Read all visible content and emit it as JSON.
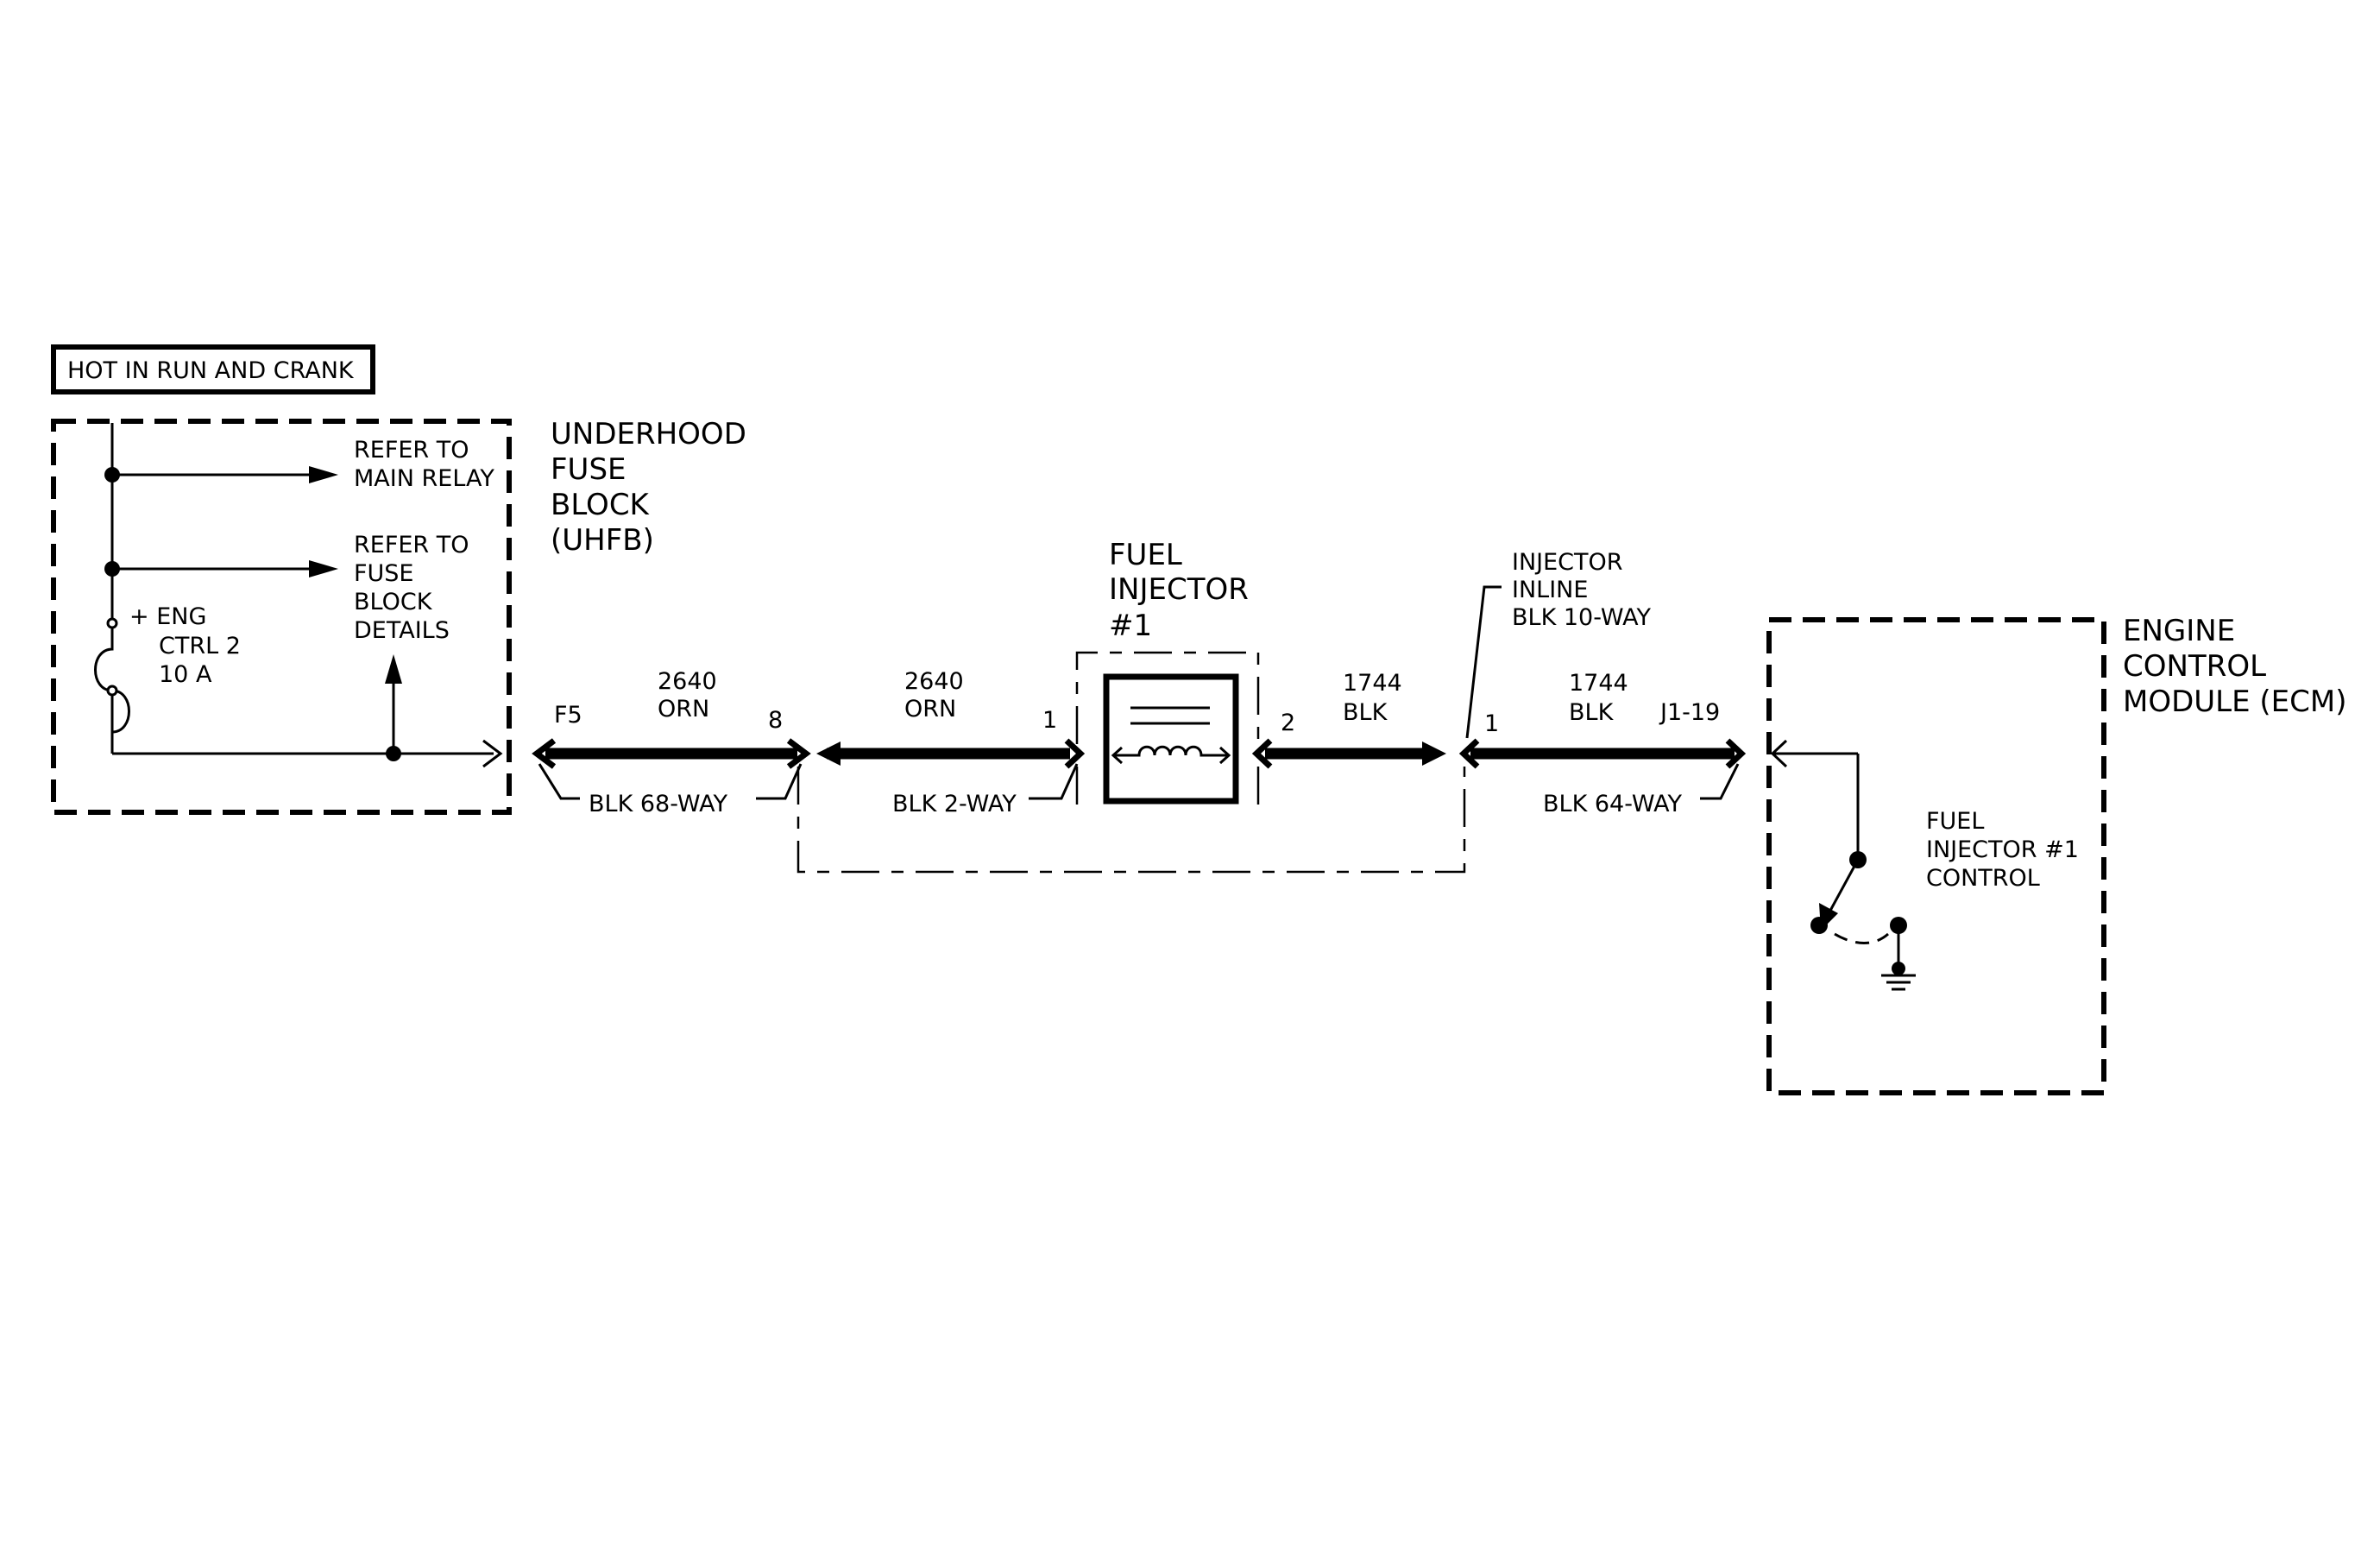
{
  "header": {
    "hot_label": "HOT IN RUN AND CRANK"
  },
  "fuse_block": {
    "title": [
      "UNDERHOOD",
      "FUSE",
      "BLOCK",
      "(UHFB)"
    ],
    "fuse_label": [
      "+ ENG",
      "CTRL 2",
      "10 A"
    ],
    "refer_main": [
      "REFER TO",
      "MAIN RELAY"
    ],
    "refer_details": [
      "REFER TO",
      "FUSE",
      "BLOCK",
      "DETAILS"
    ],
    "pin": "F5",
    "connector": "BLK 68-WAY"
  },
  "wire_a": {
    "circuit": "2640",
    "color": "ORN",
    "pin_left": "8"
  },
  "wire_b": {
    "circuit": "2640",
    "color": "ORN",
    "pin_right": "1",
    "connector": "BLK 2-WAY"
  },
  "injector": {
    "title": [
      "FUEL",
      "INJECTOR",
      "#1"
    ],
    "pin": "2"
  },
  "wire_c": {
    "circuit": "1744",
    "color": "BLK"
  },
  "inline": {
    "label": [
      "INJECTOR",
      "INLINE",
      "BLK 10-WAY"
    ],
    "pin": "1"
  },
  "wire_d": {
    "circuit": "1744",
    "color": "BLK",
    "pin": "J1-19",
    "connector": "BLK 64-WAY"
  },
  "ecm": {
    "title": [
      "ENGINE",
      "CONTROL",
      "MODULE (ECM)"
    ],
    "control_label": [
      "FUEL",
      "INJECTOR #1",
      "CONTROL"
    ]
  }
}
